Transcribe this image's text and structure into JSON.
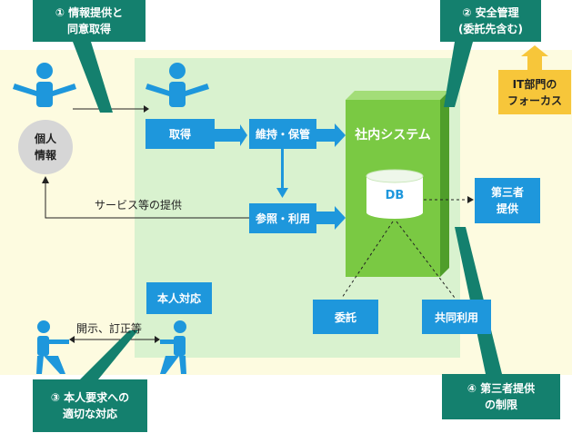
{
  "callouts": {
    "c1_line1": "① 情報提供と",
    "c1_line2": "同意取得",
    "c2_line1": "② 安全管理",
    "c2_line2": "(委託先含む)",
    "c3_line1": "③ 本人要求への",
    "c3_line2": "適切な対応",
    "c4_line1": "④ 第三者提供",
    "c4_line2": "の制限"
  },
  "focus": {
    "line1": "IT部門の",
    "line2": "フォーカス"
  },
  "personal_info": {
    "line1": "個人",
    "line2": "情報"
  },
  "boxes": {
    "acquire": "取得",
    "maintain": "維持・保管",
    "reference": "参照・利用",
    "system": "社内システム",
    "db": "DB",
    "third_party_line1": "第三者",
    "third_party_line2": "提供",
    "outsource": "委託",
    "joint_use": "共同利用",
    "person_response": "本人対応"
  },
  "labels": {
    "service": "サービス等の提供",
    "disclosure": "開示、訂正等"
  },
  "colors": {
    "callout": "#14806e",
    "blue": "#1e97dc",
    "system_green": "#7ac943",
    "focus_yellow": "#f7c63a"
  }
}
